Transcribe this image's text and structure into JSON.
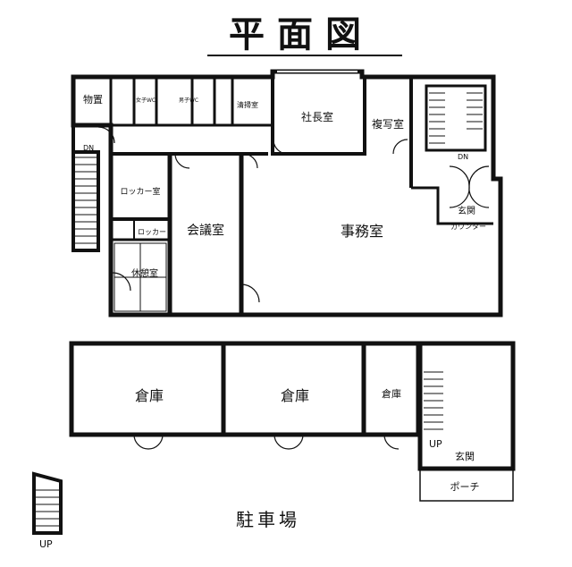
{
  "title": "平面図",
  "ground_label": "駐車場",
  "upper_floor": {
    "storage": "物置",
    "wc_women": "女子WC",
    "wc_men": "男子WC",
    "cleaning": "清掃室",
    "president_office": "社長室",
    "copy_room": "複写室",
    "locker_room": "ロッカー室",
    "locker": "ロッカー",
    "meeting_room": "会議室",
    "office": "事務室",
    "lounge": "休憩室",
    "entrance": "玄関",
    "counter": "カウンター",
    "down_stair_left": "DN",
    "down_stair_right": "DN"
  },
  "lower_floor": {
    "warehouse_1": "倉庫",
    "warehouse_2": "倉庫",
    "warehouse_3": "倉庫",
    "entrance": "玄関",
    "porch": "ポーチ",
    "up_stair": "UP"
  },
  "external_stair": {
    "up": "UP"
  },
  "colors": {
    "wall": "#111111",
    "paper": "#ffffff"
  }
}
